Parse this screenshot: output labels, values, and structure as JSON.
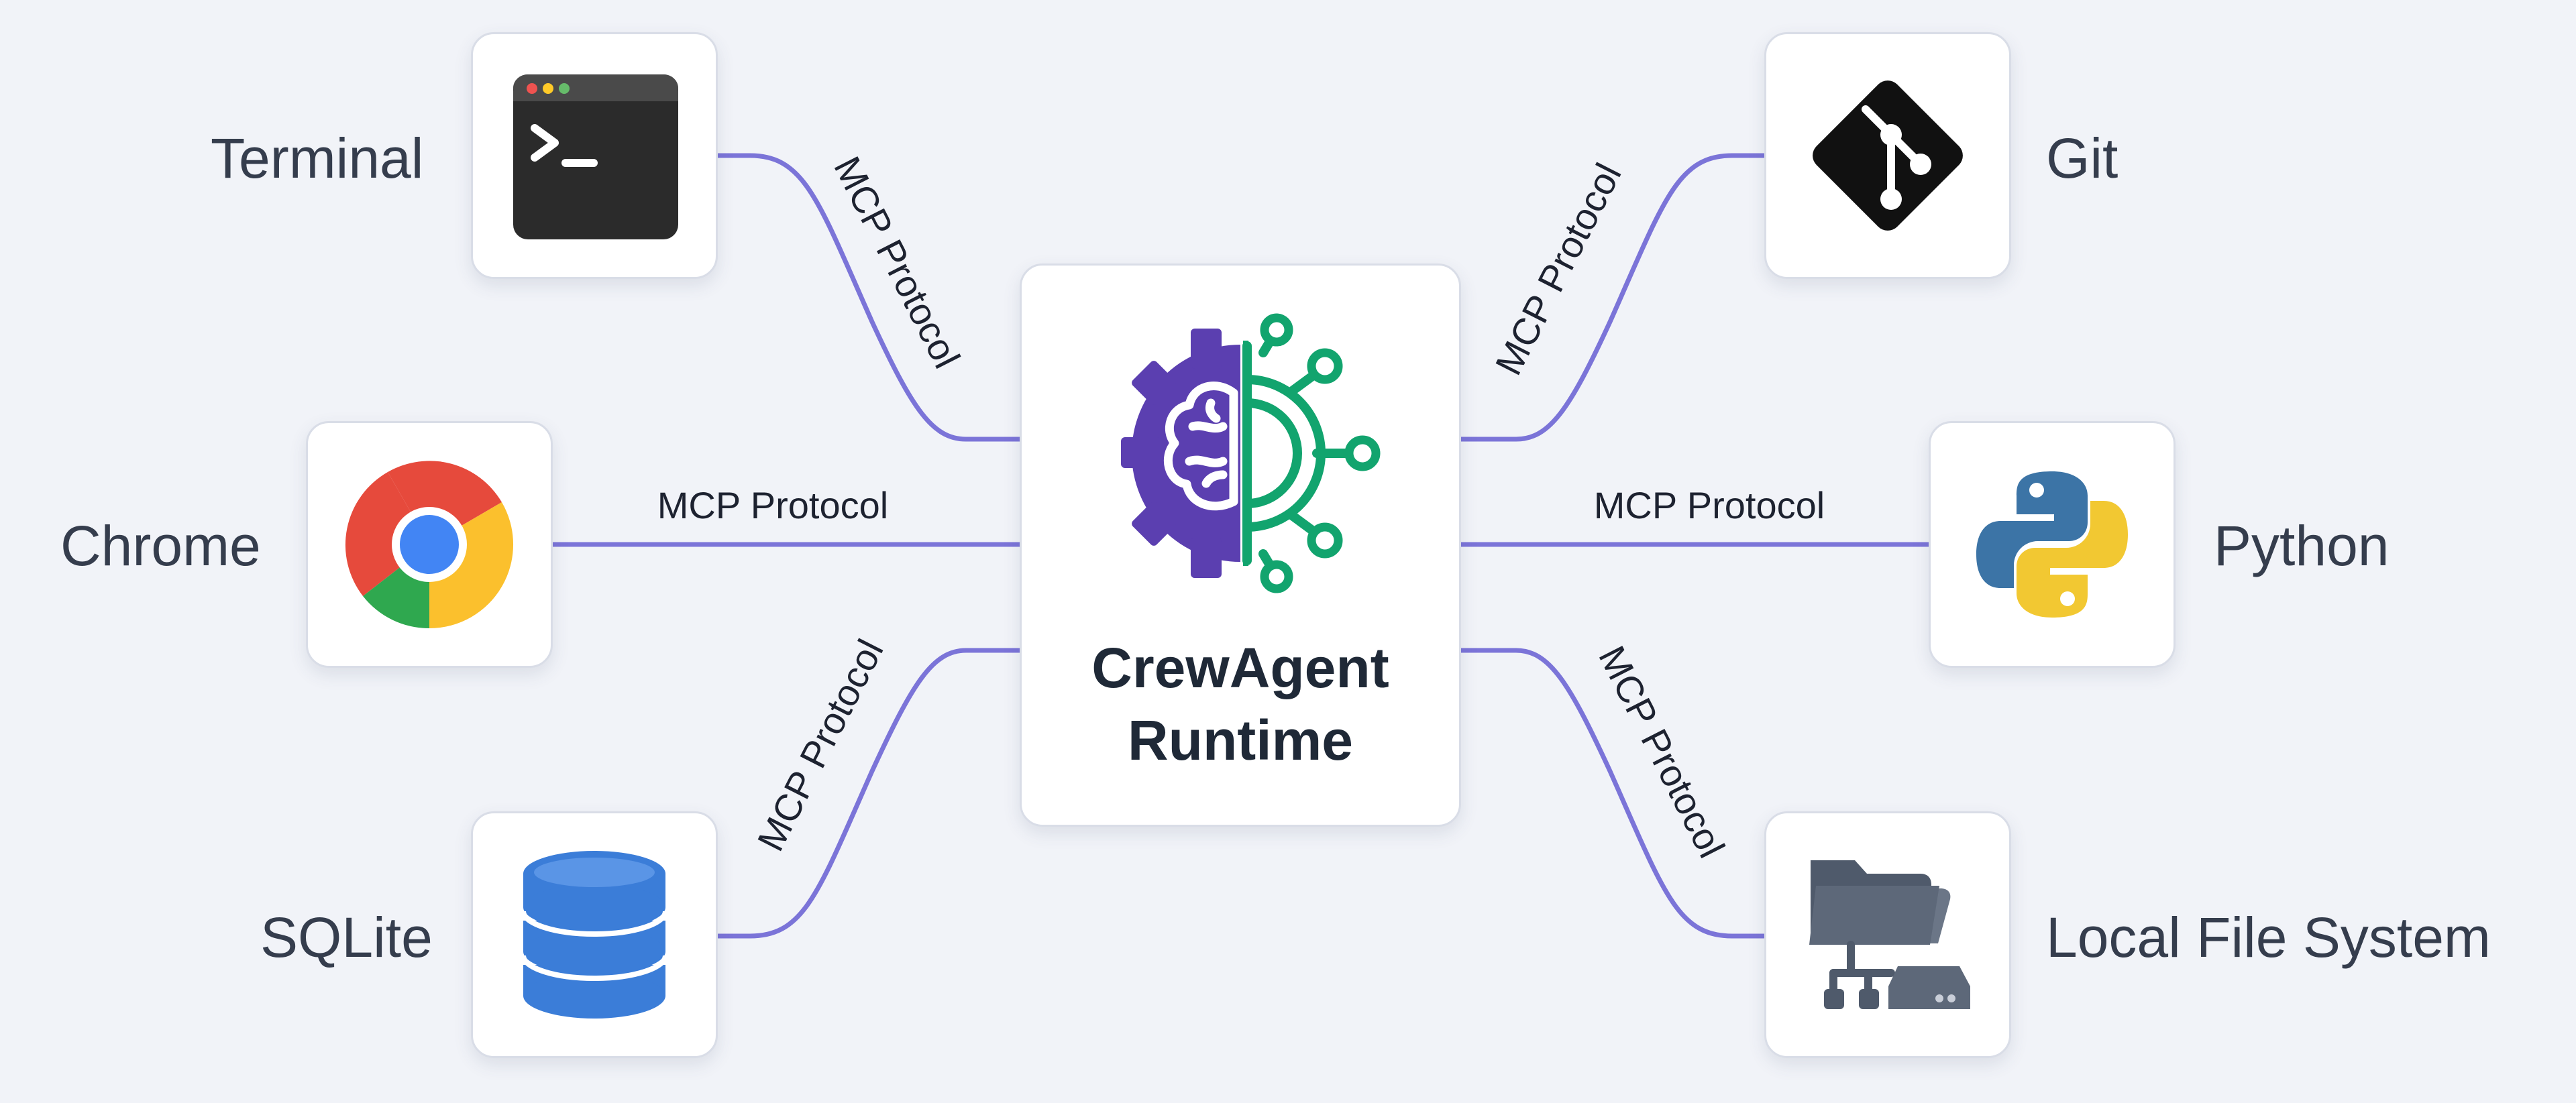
{
  "protocol_label": "MCP Protocol",
  "center": {
    "title_line1": "CrewAgent",
    "title_line2": "Runtime",
    "icon": "brain-gear-network-icon"
  },
  "tools": {
    "terminal": {
      "label": "Terminal",
      "icon": "terminal-icon"
    },
    "chrome": {
      "label": "Chrome",
      "icon": "chrome-icon"
    },
    "sqlite": {
      "label": "SQLite",
      "icon": "database-icon"
    },
    "git": {
      "label": "Git",
      "icon": "git-icon"
    },
    "python": {
      "label": "Python",
      "icon": "python-icon"
    },
    "filesystem": {
      "label": "Local File System",
      "icon": "folder-network-icon"
    }
  },
  "colors": {
    "connector": "#7b74d8",
    "gear_purple": "#5b3fb0",
    "gear_green": "#12a46e",
    "background": "#f1f3f8"
  }
}
